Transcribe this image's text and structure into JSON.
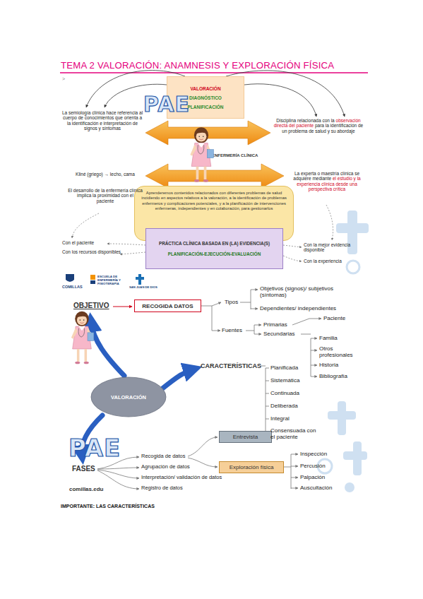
{
  "diagram": {
    "title": "TEMA 2 VALORACIÓN: ANAMNESIS Y EXPLORACIÓN FÍSICA",
    "nodes": [
      {
        "text": [
          "VALORACIÓN",
          "DIAGNÓSTICO",
          "PLANIFICACIÓN"
        ]
      },
      {
        "text": [
          "Aprenderemos contenidos relacionados con diferentes problemas de salud incidiendo en aspectos relativos a la valoración, a la identificación de problemas enfermeros y complicaciones potenciales, y a la planificación de intervenciones enfermeras, independientes y en colaboración, para gestionarlos"
        ]
      },
      {
        "text": [
          "PRÁCTICA CLÍNICA BASADA EN (LA) EVIDENCIA(S)",
          "PLANIFICACIÓN-EJECUCIÓN-EVALUACIÓN"
        ]
      },
      {
        "text": [
          "RECOGIDA DATOS"
        ]
      },
      {
        "text": [
          "VALORACIÓN"
        ]
      },
      {
        "text": [
          "Entrevista"
        ]
      },
      {
        "text": [
          "Exploración física"
        ]
      }
    ],
    "labels": [
      ">",
      "PAE",
      "La semiología clínica hace referencia al cuerpo de conocimientos que orienta a la identificación e interpretación de signos y síntomas",
      "Disciplina relacionada con la",
      "observación directa del paciente",
      "para la identificación de un problema de salud y su abordaje",
      "ENFERMERÍA CLÍNICA",
      "Kliné (griego) → lecho, cama",
      "El desarrollo de la enfermería clínica implica la proximidad con el paciente",
      "La experta o maestría clínica se adquiere mediante",
      "el estudio y la experiencia clínica desde una perspectiva crítica",
      "Con el paciente",
      "Con los recursos disponibles",
      "Con la mejor evidencia disponible",
      "Con la experiencia",
      "COMILLAS",
      "ESCUELA DE ENFERMERÍA Y FISIOTERAPIA",
      "SAN JUAN DE DIOS",
      "OBJETIVO",
      "Tipos",
      "Objetivos (signos)/ subjetivos (síntomas)",
      "Dependientes/ independientes",
      "Fuentes",
      "Primarias",
      "Paciente",
      "Secundarias",
      "Familia",
      "Otros profesionales",
      "Historia",
      "Bibliografía",
      "CARACTERÍSTICAS",
      "Planificada",
      "Sistemática",
      "Continuada",
      "Deliberada",
      "Integral",
      "Consensuada con el paciente",
      "PAE",
      "FASES",
      "Recogida de datos",
      "Agrupación de datos",
      "Interpretación/ validación de datos",
      "Registro de datos",
      "Inspección",
      "Percusión",
      "Palpación",
      "Auscultación",
      "comillas.edu",
      "IMPORTANTE: LAS CARACTERÍSTICAS"
    ]
  }
}
